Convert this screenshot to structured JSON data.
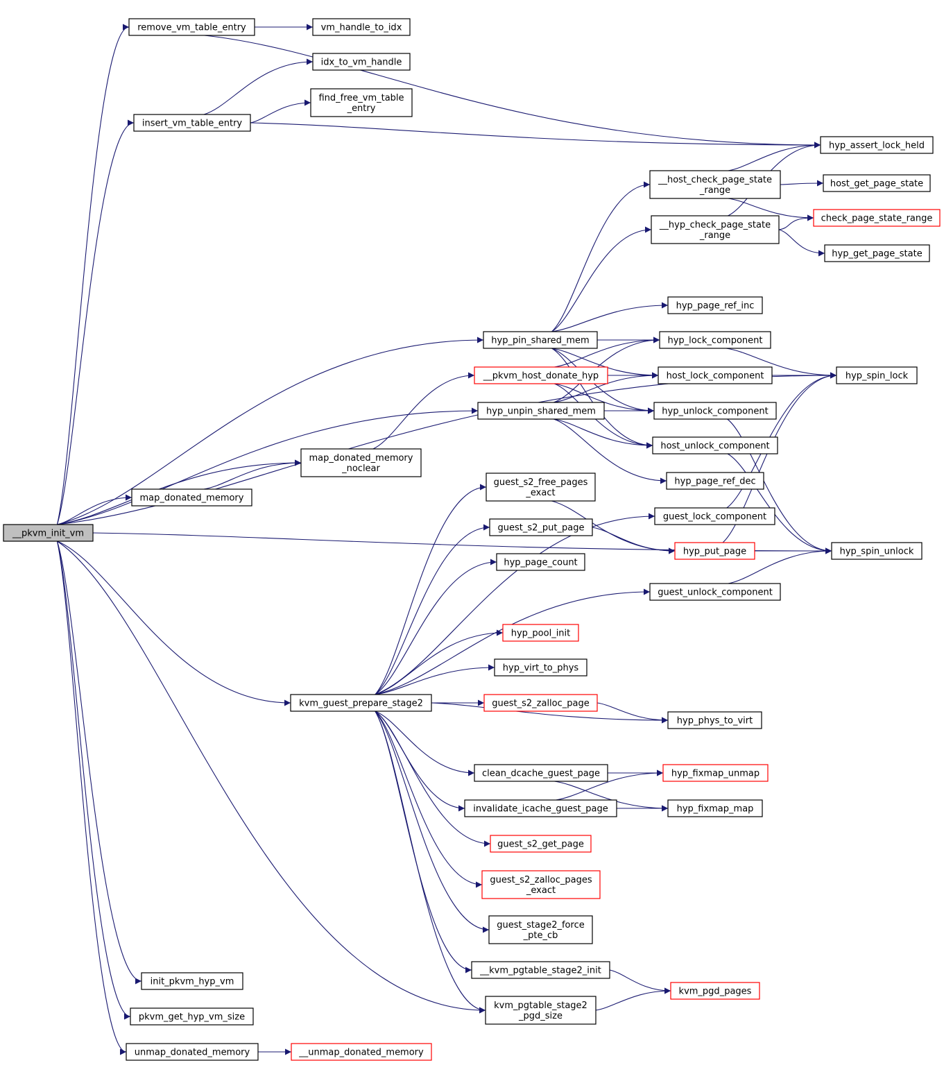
{
  "graph": {
    "nodes": [
      {
        "id": "pkvm_init_vm",
        "lines": [
          "__pkvm_init_vm"
        ],
        "style": "root"
      },
      {
        "id": "remove_vm_table_entry",
        "lines": [
          "remove_vm_table_entry"
        ],
        "style": "normal"
      },
      {
        "id": "vm_handle_to_idx",
        "lines": [
          "vm_handle_to_idx"
        ],
        "style": "normal"
      },
      {
        "id": "idx_to_vm_handle",
        "lines": [
          "idx_to_vm_handle"
        ],
        "style": "normal"
      },
      {
        "id": "find_free_vm_table_entry",
        "lines": [
          "find_free_vm_table",
          "_entry"
        ],
        "style": "normal"
      },
      {
        "id": "insert_vm_table_entry",
        "lines": [
          "insert_vm_table_entry"
        ],
        "style": "normal"
      },
      {
        "id": "hyp_assert_lock_held",
        "lines": [
          "hyp_assert_lock_held"
        ],
        "style": "normal"
      },
      {
        "id": "host_check_page_state_range",
        "lines": [
          "__host_check_page_state",
          "_range"
        ],
        "style": "normal"
      },
      {
        "id": "host_get_page_state",
        "lines": [
          "host_get_page_state"
        ],
        "style": "normal"
      },
      {
        "id": "hyp_check_page_state_range",
        "lines": [
          "__hyp_check_page_state",
          "_range"
        ],
        "style": "normal"
      },
      {
        "id": "check_page_state_range",
        "lines": [
          "check_page_state_range"
        ],
        "style": "red"
      },
      {
        "id": "hyp_get_page_state",
        "lines": [
          "hyp_get_page_state"
        ],
        "style": "normal"
      },
      {
        "id": "hyp_page_ref_inc",
        "lines": [
          "hyp_page_ref_inc"
        ],
        "style": "normal"
      },
      {
        "id": "hyp_pin_shared_mem",
        "lines": [
          "hyp_pin_shared_mem"
        ],
        "style": "normal"
      },
      {
        "id": "hyp_lock_component",
        "lines": [
          "hyp_lock_component"
        ],
        "style": "normal"
      },
      {
        "id": "pkvm_host_donate_hyp",
        "lines": [
          "__pkvm_host_donate_hyp"
        ],
        "style": "red"
      },
      {
        "id": "host_lock_component",
        "lines": [
          "host_lock_component"
        ],
        "style": "normal"
      },
      {
        "id": "hyp_spin_lock",
        "lines": [
          "hyp_spin_lock"
        ],
        "style": "normal"
      },
      {
        "id": "hyp_unpin_shared_mem",
        "lines": [
          "hyp_unpin_shared_mem"
        ],
        "style": "normal"
      },
      {
        "id": "hyp_unlock_component",
        "lines": [
          "hyp_unlock_component"
        ],
        "style": "normal"
      },
      {
        "id": "host_unlock_component",
        "lines": [
          "host_unlock_component"
        ],
        "style": "normal"
      },
      {
        "id": "map_donated_memory_noclear",
        "lines": [
          "map_donated_memory",
          "_noclear"
        ],
        "style": "normal"
      },
      {
        "id": "hyp_page_ref_dec",
        "lines": [
          "hyp_page_ref_dec"
        ],
        "style": "normal"
      },
      {
        "id": "guest_s2_free_pages_exact",
        "lines": [
          "guest_s2_free_pages",
          "_exact"
        ],
        "style": "normal"
      },
      {
        "id": "map_donated_memory",
        "lines": [
          "map_donated_memory"
        ],
        "style": "normal"
      },
      {
        "id": "guest_lock_component",
        "lines": [
          "guest_lock_component"
        ],
        "style": "normal"
      },
      {
        "id": "guest_s2_put_page",
        "lines": [
          "guest_s2_put_page"
        ],
        "style": "normal"
      },
      {
        "id": "hyp_put_page",
        "lines": [
          "hyp_put_page"
        ],
        "style": "red"
      },
      {
        "id": "hyp_spin_unlock",
        "lines": [
          "hyp_spin_unlock"
        ],
        "style": "normal"
      },
      {
        "id": "hyp_page_count",
        "lines": [
          "hyp_page_count"
        ],
        "style": "normal"
      },
      {
        "id": "guest_unlock_component",
        "lines": [
          "guest_unlock_component"
        ],
        "style": "normal"
      },
      {
        "id": "hyp_pool_init",
        "lines": [
          "hyp_pool_init"
        ],
        "style": "red"
      },
      {
        "id": "hyp_virt_to_phys",
        "lines": [
          "hyp_virt_to_phys"
        ],
        "style": "normal"
      },
      {
        "id": "kvm_guest_prepare_stage2",
        "lines": [
          "kvm_guest_prepare_stage2"
        ],
        "style": "normal"
      },
      {
        "id": "guest_s2_zalloc_page",
        "lines": [
          "guest_s2_zalloc_page"
        ],
        "style": "red"
      },
      {
        "id": "hyp_phys_to_virt",
        "lines": [
          "hyp_phys_to_virt"
        ],
        "style": "normal"
      },
      {
        "id": "clean_dcache_guest_page",
        "lines": [
          "clean_dcache_guest_page"
        ],
        "style": "normal"
      },
      {
        "id": "hyp_fixmap_unmap",
        "lines": [
          "hyp_fixmap_unmap"
        ],
        "style": "red"
      },
      {
        "id": "invalidate_icache_guest_page",
        "lines": [
          "invalidate_icache_guest_page"
        ],
        "style": "normal"
      },
      {
        "id": "hyp_fixmap_map",
        "lines": [
          "hyp_fixmap_map"
        ],
        "style": "normal"
      },
      {
        "id": "guest_s2_get_page",
        "lines": [
          "guest_s2_get_page"
        ],
        "style": "red"
      },
      {
        "id": "guest_s2_zalloc_pages_exact",
        "lines": [
          "guest_s2_zalloc_pages",
          "_exact"
        ],
        "style": "red"
      },
      {
        "id": "guest_stage2_force_pte_cb",
        "lines": [
          "guest_stage2_force",
          "_pte_cb"
        ],
        "style": "normal"
      },
      {
        "id": "kvm_pgtable_stage2_init",
        "lines": [
          "__kvm_pgtable_stage2_init"
        ],
        "style": "normal"
      },
      {
        "id": "kvm_pgd_pages",
        "lines": [
          "kvm_pgd_pages"
        ],
        "style": "red"
      },
      {
        "id": "kvm_pgtable_stage2_pgd_size",
        "lines": [
          "kvm_pgtable_stage2",
          "_pgd_size"
        ],
        "style": "normal"
      },
      {
        "id": "init_pkvm_hyp_vm",
        "lines": [
          "init_pkvm_hyp_vm"
        ],
        "style": "normal"
      },
      {
        "id": "pkvm_get_hyp_vm_size",
        "lines": [
          "pkvm_get_hyp_vm_size"
        ],
        "style": "normal"
      },
      {
        "id": "unmap_donated_memory",
        "lines": [
          "unmap_donated_memory"
        ],
        "style": "normal"
      },
      {
        "id": "unmap_donated_memory_inner",
        "lines": [
          "__unmap_donated_memory"
        ],
        "style": "red"
      }
    ],
    "edges": [
      [
        "pkvm_init_vm",
        "remove_vm_table_entry"
      ],
      [
        "pkvm_init_vm",
        "insert_vm_table_entry"
      ],
      [
        "pkvm_init_vm",
        "hyp_spin_lock"
      ],
      [
        "pkvm_init_vm",
        "hyp_pin_shared_mem"
      ],
      [
        "pkvm_init_vm",
        "map_donated_memory_noclear"
      ],
      [
        "pkvm_init_vm",
        "map_donated_memory"
      ],
      [
        "pkvm_init_vm",
        "hyp_unpin_shared_mem"
      ],
      [
        "pkvm_init_vm",
        "kvm_guest_prepare_stage2"
      ],
      [
        "pkvm_init_vm",
        "kvm_pgtable_stage2_pgd_size"
      ],
      [
        "pkvm_init_vm",
        "hyp_spin_unlock"
      ],
      [
        "pkvm_init_vm",
        "init_pkvm_hyp_vm"
      ],
      [
        "pkvm_init_vm",
        "pkvm_get_hyp_vm_size"
      ],
      [
        "pkvm_init_vm",
        "unmap_donated_memory"
      ],
      [
        "remove_vm_table_entry",
        "vm_handle_to_idx"
      ],
      [
        "remove_vm_table_entry",
        "hyp_assert_lock_held"
      ],
      [
        "insert_vm_table_entry",
        "idx_to_vm_handle"
      ],
      [
        "insert_vm_table_entry",
        "find_free_vm_table_entry"
      ],
      [
        "insert_vm_table_entry",
        "hyp_assert_lock_held"
      ],
      [
        "host_check_page_state_range",
        "hyp_assert_lock_held"
      ],
      [
        "host_check_page_state_range",
        "host_get_page_state"
      ],
      [
        "host_check_page_state_range",
        "check_page_state_range"
      ],
      [
        "hyp_check_page_state_range",
        "hyp_assert_lock_held"
      ],
      [
        "hyp_check_page_state_range",
        "check_page_state_range"
      ],
      [
        "hyp_check_page_state_range",
        "hyp_get_page_state"
      ],
      [
        "hyp_pin_shared_mem",
        "host_check_page_state_range"
      ],
      [
        "hyp_pin_shared_mem",
        "hyp_check_page_state_range"
      ],
      [
        "hyp_pin_shared_mem",
        "hyp_page_ref_inc"
      ],
      [
        "hyp_pin_shared_mem",
        "hyp_lock_component"
      ],
      [
        "hyp_pin_shared_mem",
        "host_lock_component"
      ],
      [
        "hyp_pin_shared_mem",
        "hyp_unlock_component"
      ],
      [
        "hyp_pin_shared_mem",
        "host_unlock_component"
      ],
      [
        "pkvm_host_donate_hyp",
        "hyp_lock_component"
      ],
      [
        "pkvm_host_donate_hyp",
        "host_lock_component"
      ],
      [
        "pkvm_host_donate_hyp",
        "hyp_unlock_component"
      ],
      [
        "pkvm_host_donate_hyp",
        "host_unlock_component"
      ],
      [
        "hyp_unpin_shared_mem",
        "hyp_lock_component"
      ],
      [
        "hyp_unpin_shared_mem",
        "host_lock_component"
      ],
      [
        "hyp_unpin_shared_mem",
        "hyp_unlock_component"
      ],
      [
        "hyp_unpin_shared_mem",
        "host_unlock_component"
      ],
      [
        "hyp_unpin_shared_mem",
        "hyp_page_ref_dec"
      ],
      [
        "hyp_lock_component",
        "hyp_spin_lock"
      ],
      [
        "host_lock_component",
        "hyp_spin_lock"
      ],
      [
        "hyp_unlock_component",
        "hyp_spin_unlock"
      ],
      [
        "host_unlock_component",
        "hyp_spin_unlock"
      ],
      [
        "map_donated_memory_noclear",
        "pkvm_host_donate_hyp"
      ],
      [
        "map_donated_memory",
        "map_donated_memory_noclear"
      ],
      [
        "guest_lock_component",
        "hyp_spin_lock"
      ],
      [
        "guest_s2_free_pages_exact",
        "hyp_put_page"
      ],
      [
        "guest_s2_put_page",
        "hyp_put_page"
      ],
      [
        "hyp_put_page",
        "hyp_spin_lock"
      ],
      [
        "hyp_put_page",
        "hyp_spin_unlock"
      ],
      [
        "guest_unlock_component",
        "hyp_spin_unlock"
      ],
      [
        "kvm_guest_prepare_stage2",
        "guest_lock_component"
      ],
      [
        "kvm_guest_prepare_stage2",
        "guest_s2_free_pages_exact"
      ],
      [
        "kvm_guest_prepare_stage2",
        "guest_s2_put_page"
      ],
      [
        "kvm_guest_prepare_stage2",
        "hyp_page_count"
      ],
      [
        "kvm_guest_prepare_stage2",
        "guest_unlock_component"
      ],
      [
        "kvm_guest_prepare_stage2",
        "hyp_pool_init"
      ],
      [
        "kvm_guest_prepare_stage2",
        "hyp_virt_to_phys"
      ],
      [
        "kvm_guest_prepare_stage2",
        "guest_s2_zalloc_page"
      ],
      [
        "kvm_guest_prepare_stage2",
        "hyp_phys_to_virt"
      ],
      [
        "kvm_guest_prepare_stage2",
        "clean_dcache_guest_page"
      ],
      [
        "kvm_guest_prepare_stage2",
        "invalidate_icache_guest_page"
      ],
      [
        "kvm_guest_prepare_stage2",
        "guest_s2_get_page"
      ],
      [
        "kvm_guest_prepare_stage2",
        "guest_s2_zalloc_pages_exact"
      ],
      [
        "kvm_guest_prepare_stage2",
        "guest_stage2_force_pte_cb"
      ],
      [
        "kvm_guest_prepare_stage2",
        "kvm_pgtable_stage2_init"
      ],
      [
        "kvm_guest_prepare_stage2",
        "kvm_pgtable_stage2_pgd_size"
      ],
      [
        "guest_s2_zalloc_page",
        "hyp_phys_to_virt"
      ],
      [
        "clean_dcache_guest_page",
        "hyp_fixmap_unmap"
      ],
      [
        "clean_dcache_guest_page",
        "hyp_fixmap_map"
      ],
      [
        "invalidate_icache_guest_page",
        "hyp_fixmap_unmap"
      ],
      [
        "invalidate_icache_guest_page",
        "hyp_fixmap_map"
      ],
      [
        "kvm_pgtable_stage2_init",
        "kvm_pgd_pages"
      ],
      [
        "kvm_pgtable_stage2_pgd_size",
        "kvm_pgd_pages"
      ],
      [
        "unmap_donated_memory",
        "unmap_donated_memory_inner"
      ]
    ]
  }
}
